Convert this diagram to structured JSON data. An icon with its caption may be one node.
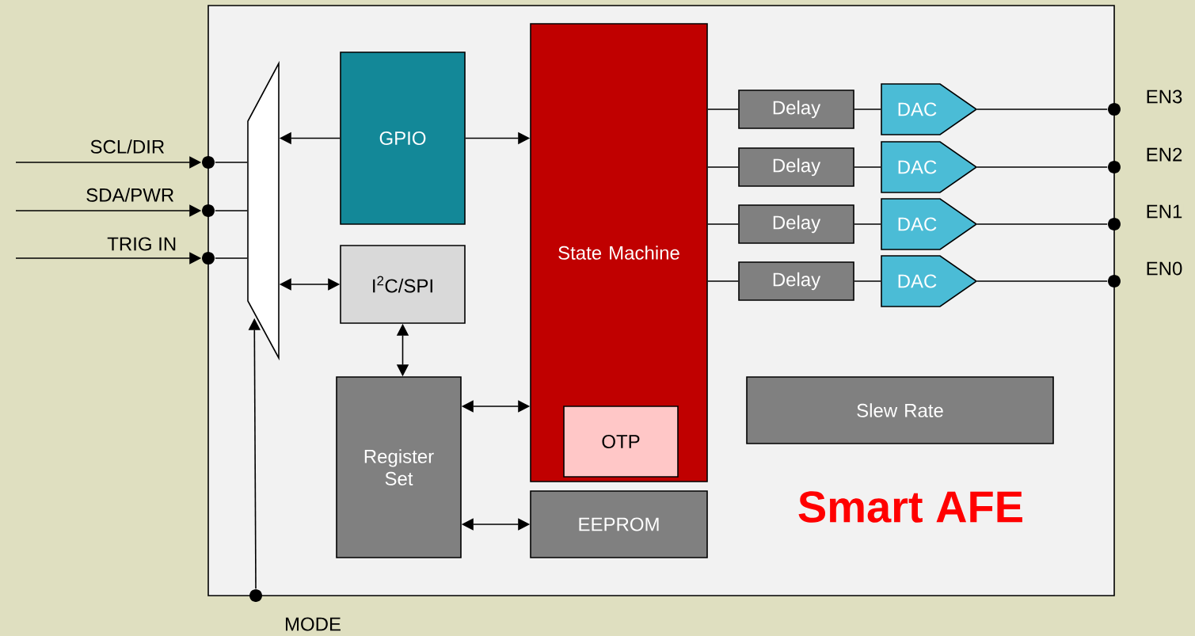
{
  "diagram": {
    "nodes": [
      {
        "text": [
          "Smart AFE"
        ]
      },
      {
        "text": [],
        "shape": "trapezoid",
        "in": 0
      },
      {
        "text": [
          "GPIO"
        ],
        "in": 0
      },
      {
        "text": [
          "I$^{2}$C/SPI"
        ],
        "in": 0
      },
      {
        "text": [
          "State Machine"
        ],
        "in": 0
      },
      {
        "text": [
          "OTP"
        ],
        "in": 4
      },
      {
        "text": [
          "Register Set"
        ],
        "in": 0
      },
      {
        "text": [
          "EEPROM"
        ],
        "in": 0
      },
      {
        "text": [
          "Slew Rate"
        ],
        "in": 0
      },
      {
        "text": [
          "Delay"
        ],
        "in": 0
      },
      {
        "text": [
          "Delay"
        ],
        "in": 0
      },
      {
        "text": [
          "Delay"
        ],
        "in": 0
      },
      {
        "text": [
          "Delay"
        ],
        "in": 0
      },
      {
        "text": [
          "DAC"
        ],
        "in": 0
      },
      {
        "text": [
          "DAC"
        ],
        "in": 0
      },
      {
        "text": [
          "DAC"
        ],
        "in": 0
      },
      {
        "text": [
          "DAC"
        ],
        "in": 0
      },
      {
        "text": [],
        "shape": "circle"
      },
      {
        "text": [],
        "shape": "circle"
      },
      {
        "text": [],
        "shape": "circle"
      },
      {
        "text": [],
        "shape": "circle",
        "beside": [
          "MODE"
        ]
      },
      {
        "text": [],
        "shape": "circle",
        "beside": [
          "EN3"
        ]
      },
      {
        "text": [],
        "shape": "circle",
        "beside": [
          "EN2"
        ]
      },
      {
        "text": [],
        "shape": "circle",
        "beside": [
          "EN1"
        ]
      },
      {
        "text": [],
        "shape": "circle",
        "beside": [
          "EN0"
        ]
      }
    ],
    "edges": [
      {
        "from": 2,
        "to": 1,
        "arrow": "to"
      },
      {
        "from": 2,
        "to": 4,
        "arrow": "to"
      },
      {
        "from": 1,
        "to": 3,
        "arrow": "both"
      },
      {
        "from": 3,
        "to": 6,
        "arrow": "both"
      },
      {
        "from": 6,
        "to": 4,
        "arrow": "both"
      },
      {
        "from": 6,
        "to": 7,
        "arrow": "both"
      },
      {
        "from": 4,
        "to": 9,
        "arrow": "none"
      },
      {
        "from": 4,
        "to": 10,
        "arrow": "none"
      },
      {
        "from": 4,
        "to": 11,
        "arrow": "none"
      },
      {
        "from": 4,
        "to": 12,
        "arrow": "none"
      },
      {
        "from": 9,
        "to": 13,
        "arrow": "none"
      },
      {
        "from": 10,
        "to": 14,
        "arrow": "none"
      },
      {
        "from": 11,
        "to": 15,
        "arrow": "none"
      },
      {
        "from": 12,
        "to": 16,
        "arrow": "none"
      },
      {
        "from": 13,
        "to": 21,
        "arrow": "none"
      },
      {
        "from": 14,
        "to": 22,
        "arrow": "none"
      },
      {
        "from": 15,
        "to": 23,
        "arrow": "none"
      },
      {
        "from": 16,
        "to": 24,
        "arrow": "none"
      },
      {
        "from": null,
        "to": 17,
        "arrow": "to",
        "label": "SCL/DIR"
      },
      {
        "from": null,
        "to": 18,
        "arrow": "to",
        "label": "SDA/PWR"
      },
      {
        "from": null,
        "to": 19,
        "arrow": "to",
        "label": "TRIG IN"
      },
      {
        "from": 17,
        "to": 1,
        "arrow": "none"
      },
      {
        "from": 18,
        "to": 1,
        "arrow": "none"
      },
      {
        "from": 19,
        "to": 1,
        "arrow": "none"
      },
      {
        "from": 20,
        "to": 1,
        "arrow": "to"
      }
    ]
  }
}
